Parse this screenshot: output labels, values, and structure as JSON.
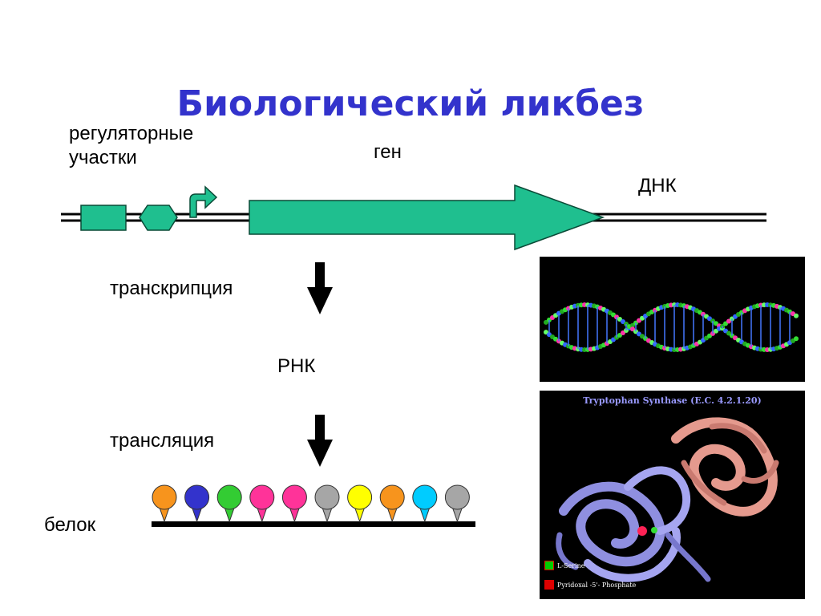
{
  "slide": {
    "title": "Биологический ликбез",
    "title_color": "#3333cc"
  },
  "labels": {
    "regulatory": [
      "регуляторные",
      "участки"
    ],
    "gene": "ген",
    "dna": "ДНК",
    "transcription": "транскрипция",
    "rna": "РНК",
    "translation": "трансляция",
    "protein": "белок"
  },
  "colors": {
    "gene_fill": "#1fbf8f",
    "gene_stroke": "#0a4a37",
    "dna_line": "#000000",
    "arrow": "#000000"
  },
  "protein_beads": [
    "#f7941d",
    "#3333cc",
    "#33cc33",
    "#ff3399",
    "#ff3399",
    "#a6a6a6",
    "#ffff00",
    "#f7941d",
    "#00ccff",
    "#a6a6a6"
  ],
  "images": {
    "dna_helix": {
      "description_icon": "dna-helix-image"
    },
    "protein_structure": {
      "caption": "Tryptophan Synthase (E.C. 4.2.1.20)",
      "caption_color": "#9999ff",
      "legend": [
        "L-Serine",
        "Pyridoxal -5'- Phosphate"
      ]
    }
  }
}
